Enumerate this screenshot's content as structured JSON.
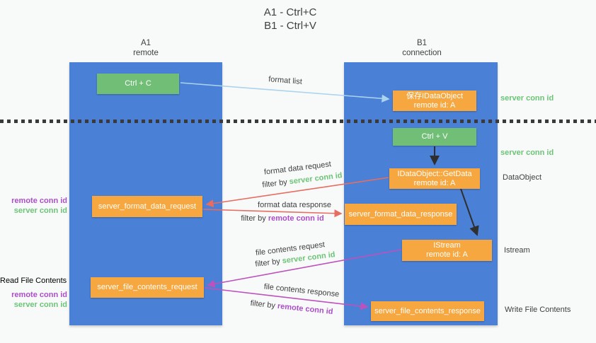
{
  "title": {
    "line1": "A1 - Ctrl+C",
    "line2": "B1 - Ctrl+V"
  },
  "lanes": {
    "left": {
      "name": "A1",
      "role": "remote"
    },
    "right": {
      "name": "B1",
      "role": "connection"
    }
  },
  "nodes": {
    "ctrl_c": {
      "label": "Ctrl + C"
    },
    "save_idataobject": {
      "line1": "保存IDataObject",
      "line2": "remote id: A"
    },
    "ctrl_v": {
      "label": "Ctrl + V"
    },
    "getdata": {
      "line1": "IDataObject::GetData",
      "line2": "remote id: A"
    },
    "istream": {
      "line1": "IStream",
      "line2": "remote id: A"
    },
    "server_format_data_request": {
      "label": "server_format_data_request"
    },
    "server_format_data_response": {
      "label": "server_format_data_response"
    },
    "server_file_contents_request": {
      "label": "server_file_contents_request"
    },
    "server_file_contents_response": {
      "label": "server_file_contents_response"
    }
  },
  "flow_labels": {
    "format_list": "format list",
    "format_data_request": "format data request",
    "format_data_response": "format data response",
    "file_contents_request": "file contents request",
    "file_contents_response": "file contents response",
    "filter_by": "filter by",
    "server_conn_id": "server conn id",
    "remote_conn_id": "remote conn id"
  },
  "side_labels": {
    "server_conn_id_top": "server conn id",
    "server_conn_id_mid": "server conn id",
    "dataobject": "DataObject",
    "istream": "Istream",
    "write_file_contents": "Write File Contents",
    "read_file_contents": "Read File Contents",
    "remote_conn_id": "remote conn id",
    "server_conn_id": "server conn id"
  },
  "colors": {
    "background": "#f8f9f9",
    "lane_blue": "#4a80d6",
    "box_green": "#71bf77",
    "box_orange": "#f7a73f",
    "arrow_light_blue": "#a9d3ee",
    "arrow_red": "#e76d60",
    "arrow_magenta": "#bd52bd",
    "arrow_black": "#2f2f2f",
    "text_green": "#6cc476",
    "text_purple": "#ab4fc8"
  }
}
